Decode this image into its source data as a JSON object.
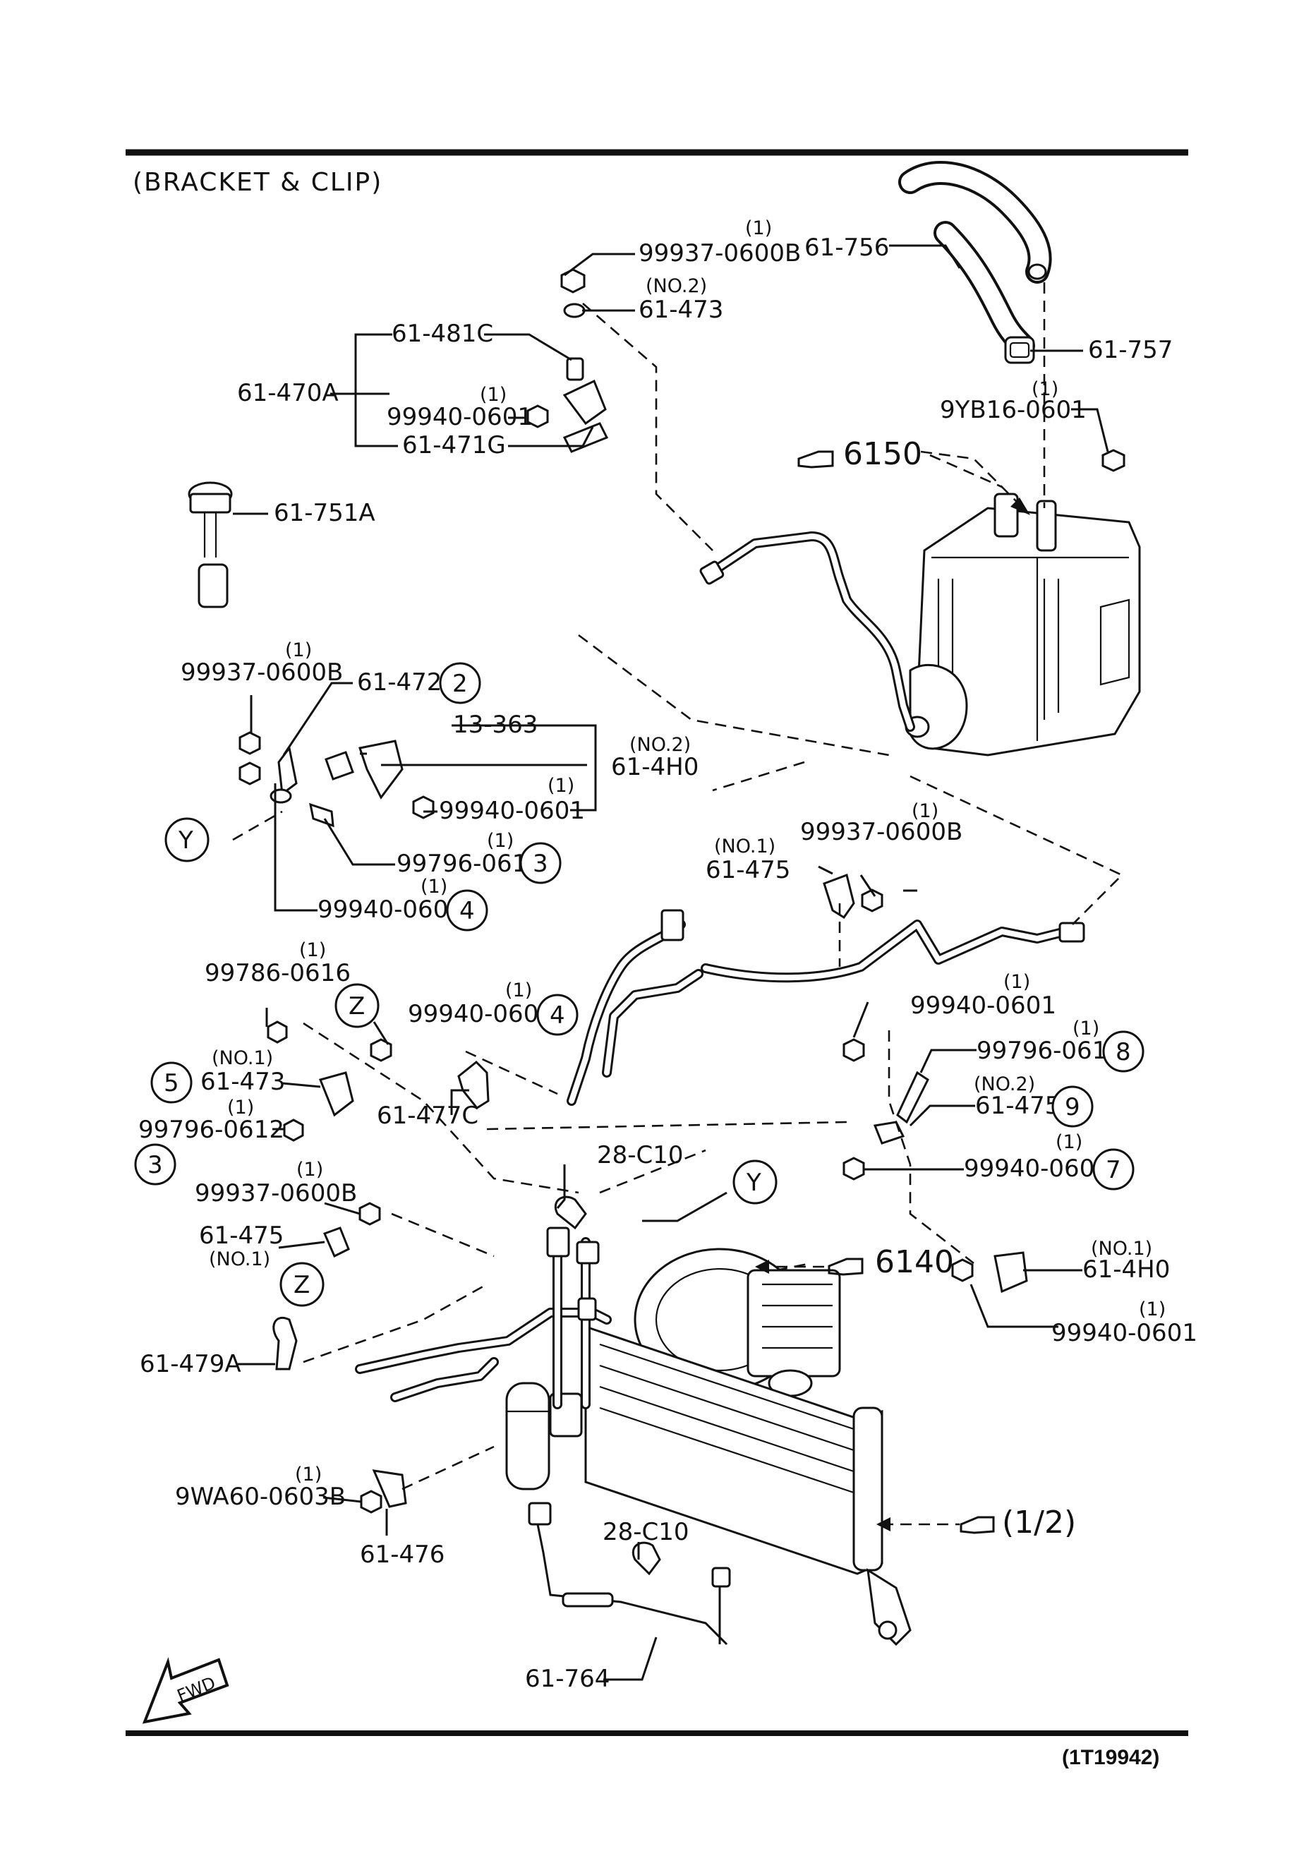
{
  "title": "(BRACKET   &   CLIP)",
  "diagram_code": "(1T19942)",
  "fwd_label": "FWD",
  "refs": {
    "r6150": "6150",
    "r6140": "6140",
    "rhalf": "(1/2)"
  },
  "labels": {
    "p99937_0600B_top": "99937-0600B",
    "p61_756": "61-756",
    "p61_473_no2": "61-473",
    "p61_481C": "61-481C",
    "p61_757": "61-757",
    "p61_470A": "61-470A",
    "p99940_0601_a": "99940-0601",
    "p9YB16_0601": "9YB16-0601",
    "p61_471G": "61-471G",
    "p61_751A": "61-751A",
    "p99937_0600B_mid": "99937-0600B",
    "p61_472": "61-472",
    "p13_363": "13-363",
    "p61_4H0_no2": "61-4H0",
    "p99940_0601_b": "99940-0601",
    "p99796_0612_c3": "99796-0612",
    "p99937_0600B_r": "99937-0600B",
    "p61_475_no1_r": "61-475",
    "p99940_0601_c4": "99940-0601",
    "p99786_0616": "99786-0616",
    "p99940_0601_c4b": "99940-0601",
    "p99940_0601_r": "99940-0601",
    "p61_473_no1": "61-473",
    "p99796_0612_c8": "99796-0612",
    "p61_477C": "61-477C",
    "p61_475_no2": "61-475",
    "p99796_0612_l3": "99796-0612",
    "p28_C10_a": "28-C10",
    "p99940_0601_c7": "99940-0601",
    "p99937_0600B_l": "99937-0600B",
    "p61_475_no1_l": "61-475",
    "p61_4H0_no1": "61-4H0",
    "p99940_0601_d": "99940-0601",
    "p61_479A": "61-479A",
    "p9WA60_0603B": "9WA60-0603B",
    "p28_C10_b": "28-C10",
    "p61_476": "61-476",
    "p61_764": "61-764"
  },
  "qualifiers": {
    "qty1": "(1)",
    "no1": "(NO.1)",
    "no2": "(NO.2)"
  },
  "callouts": {
    "c2": "2",
    "c3": "3",
    "c4": "4",
    "c5": "5",
    "c7": "7",
    "c8": "8",
    "c9": "9",
    "cY": "Y",
    "cZ": "Z"
  }
}
